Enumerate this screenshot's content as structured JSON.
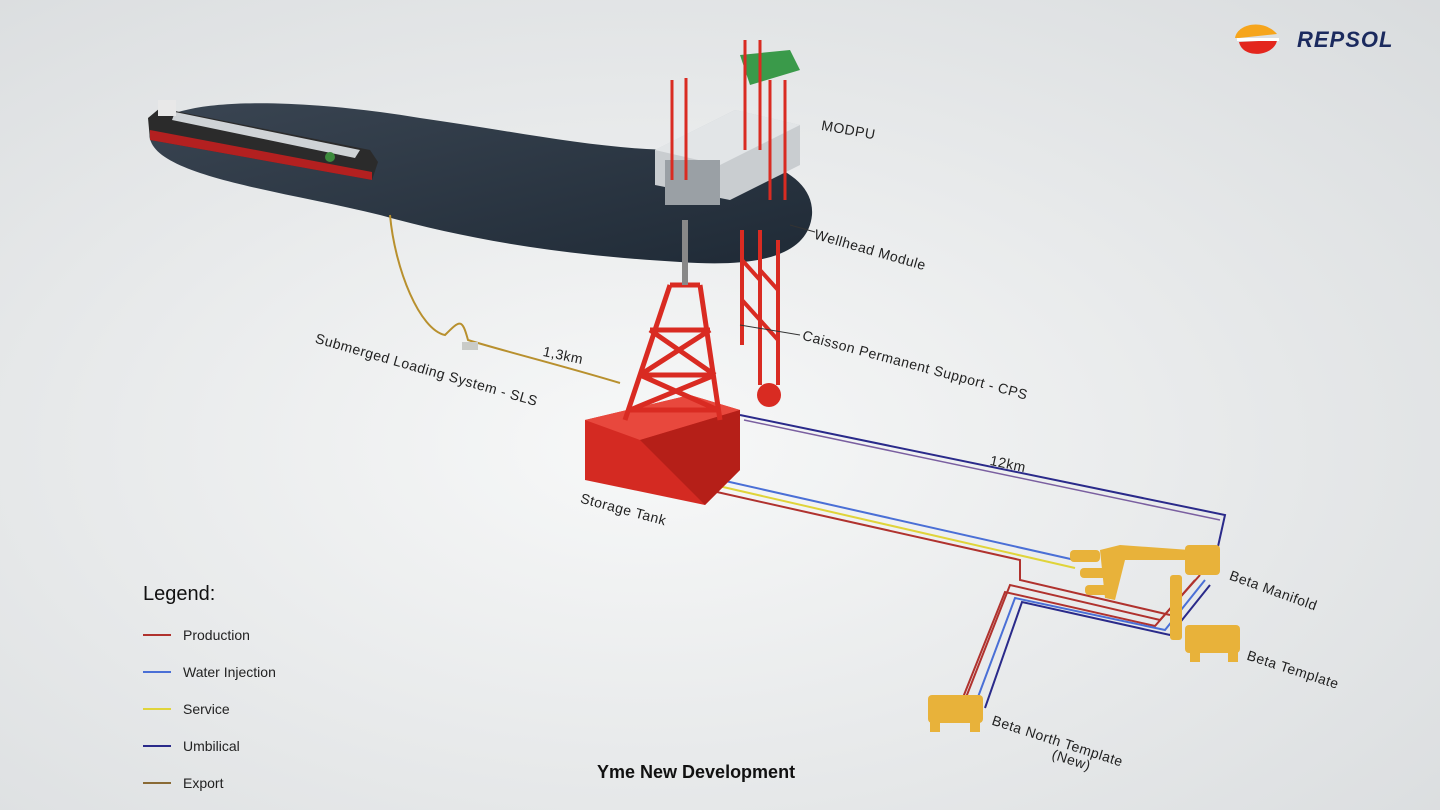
{
  "title": "Yme New Development",
  "brand": {
    "name": "REPSOL",
    "colors": {
      "orange": "#f6a51c",
      "red": "#e3261d",
      "navy": "#1b2a5e"
    }
  },
  "labels": {
    "modpu": "MODPU",
    "wellhead": "Wellhead Module",
    "cps": "Caisson Permanent Support - CPS",
    "sls": "Submerged Loading System - SLS",
    "dist_sls": "1,3km",
    "dist_manifold": "12km",
    "storage": "Storage Tank",
    "beta_manifold": "Beta Manifold",
    "beta_template": "Beta Template",
    "beta_north": "Beta North Template",
    "beta_north_new": "(New)"
  },
  "legend": {
    "title": "Legend:",
    "items": [
      {
        "label": "Production",
        "color": "#b0322e"
      },
      {
        "label": "Water Injection",
        "color": "#4a6fd6"
      },
      {
        "label": "Service",
        "color": "#e0d43a"
      },
      {
        "label": "Umbilical",
        "color": "#2a2a8a"
      },
      {
        "label": "Export",
        "color": "#8a6a35"
      }
    ]
  }
}
